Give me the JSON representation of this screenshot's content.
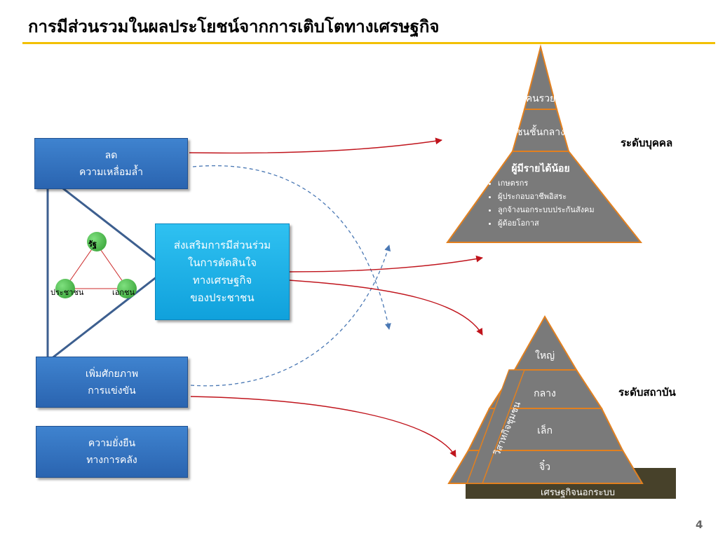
{
  "slide": {
    "title": "การมีส่วนรวมในผลประโยชน์จากการเติบโตทางเศรษฐกิจ",
    "page_number": "4"
  },
  "left_boxes": {
    "reduce_inequality": {
      "line1": "ลด",
      "line2": "ความเหลื่อมล้ำ"
    },
    "competitiveness": {
      "line1": "เพิ่มศักยภาพ",
      "line2": "การแข่งขัน"
    },
    "fiscal_sustainability": {
      "line1": "ความยั่งยืน",
      "line2": "ทางการคลัง"
    }
  },
  "actor_triangle": {
    "state": "รัฐ",
    "people": "ประชาชน",
    "private": "เอกชน"
  },
  "center_box": {
    "line1": "ส่งเสริมการมีส่วนร่วม",
    "line2": "ในการตัดสินใจ",
    "line3": "ทางเศรษฐกิจ",
    "line4": "ของประชาชน"
  },
  "individual_pyramid": {
    "level_label": "ระดับบุคคล",
    "top": "คนรวย",
    "middle": "ชนชั้นกลาง",
    "bottom_title": "ผู้มีรายได้น้อย",
    "bottom_items": [
      "เกษตรกร",
      "ผู้ประกอบอาชีพอิสระ",
      "ลูกจ้างนอกระบบประกันสังคม",
      "ผู้ด้อยโอกาส"
    ]
  },
  "institution_pyramid": {
    "level_label": "ระดับสถาบัน",
    "levels": [
      "ใหญ่",
      "กลาง",
      "เล็ก",
      "จิ๋ว"
    ],
    "side_label": "วิสาหกิจชุมชน",
    "base_label": "เศรษฐกิจนอกระบบ"
  },
  "colors": {
    "accent_rule": "#f2c000",
    "pyramid_fill": "#7a7a7a",
    "pyramid_border": "#e2801f",
    "arrow": "#c0141c",
    "dashed_arrow": "#4a78b4",
    "circle": "#3fb13f",
    "informal_base": "#47412a"
  }
}
